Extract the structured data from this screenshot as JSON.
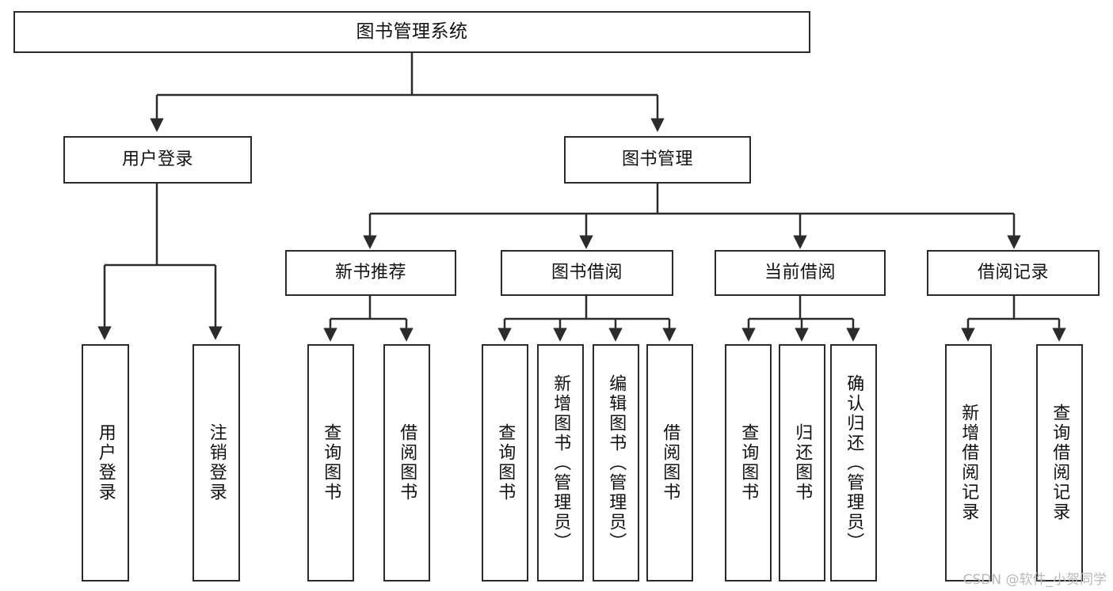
{
  "diagram": {
    "type": "tree-hierarchy",
    "title": "图书管理系统",
    "watermark": "CSDN @软件_小贺同学",
    "colors": {
      "stroke": "#2b2b2b",
      "fill": "#ffffff",
      "text": "#111111",
      "watermark": "#b9b9b9"
    },
    "nodes": {
      "root": {
        "label": "图书管理系统"
      },
      "level1": [
        {
          "id": "user-login",
          "label": "用户登录"
        },
        {
          "id": "book-manage",
          "label": "图书管理"
        }
      ],
      "level2": [
        {
          "id": "new-book-rec",
          "label": "新书推荐"
        },
        {
          "id": "book-borrow",
          "label": "图书借阅"
        },
        {
          "id": "current-borrow",
          "label": "当前借阅"
        },
        {
          "id": "borrow-record",
          "label": "借阅记录"
        }
      ],
      "leaves": {
        "user_login": [
          {
            "id": "leaf-user-login",
            "label": "用户登录"
          },
          {
            "id": "leaf-user-logout",
            "label": "注销登录"
          }
        ],
        "new_book_rec": [
          {
            "id": "leaf-query-book-1",
            "label": "查询图书"
          },
          {
            "id": "leaf-borrow-book-1",
            "label": "借阅图书"
          }
        ],
        "book_borrow": [
          {
            "id": "leaf-query-book-2",
            "label": "查询图书"
          },
          {
            "id": "leaf-add-book",
            "label": "新增图书（管理员）"
          },
          {
            "id": "leaf-edit-book",
            "label": "编辑图书（管理员）"
          },
          {
            "id": "leaf-borrow-book-2",
            "label": "借阅图书"
          }
        ],
        "current_borrow": [
          {
            "id": "leaf-query-book-3",
            "label": "查询图书"
          },
          {
            "id": "leaf-return-book",
            "label": "归还图书"
          },
          {
            "id": "leaf-confirm-return",
            "label": "确认归还（管理员）"
          }
        ],
        "borrow_record": [
          {
            "id": "leaf-add-record",
            "label": "新增借阅记录"
          },
          {
            "id": "leaf-query-record",
            "label": "查询借阅记录"
          }
        ]
      }
    }
  }
}
